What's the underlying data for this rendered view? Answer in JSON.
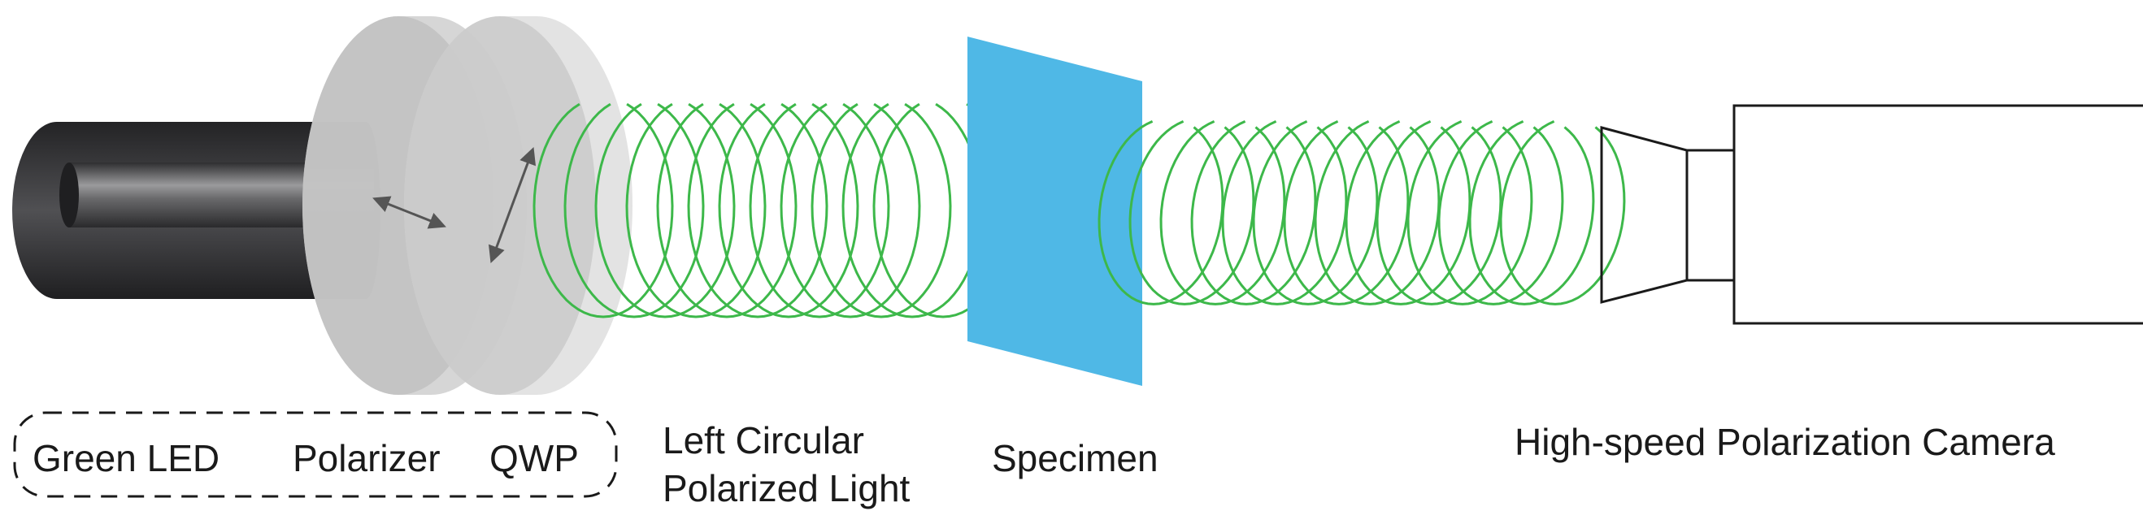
{
  "labels": {
    "green_led": "Green LED",
    "polarizer": "Polarizer",
    "qwp": "QWP",
    "light_line1": "Left Circular",
    "light_line2": "Polarized Light",
    "specimen": "Specimen",
    "camera": "High-speed Polarization Camera"
  },
  "colors": {
    "led_body": "#3a3a3c",
    "polarizer_disc": "#bcbcbc",
    "beam_green": "#3db84a",
    "specimen_blue": "#4fb8e6",
    "camera_outline": "#1a1a1a"
  }
}
